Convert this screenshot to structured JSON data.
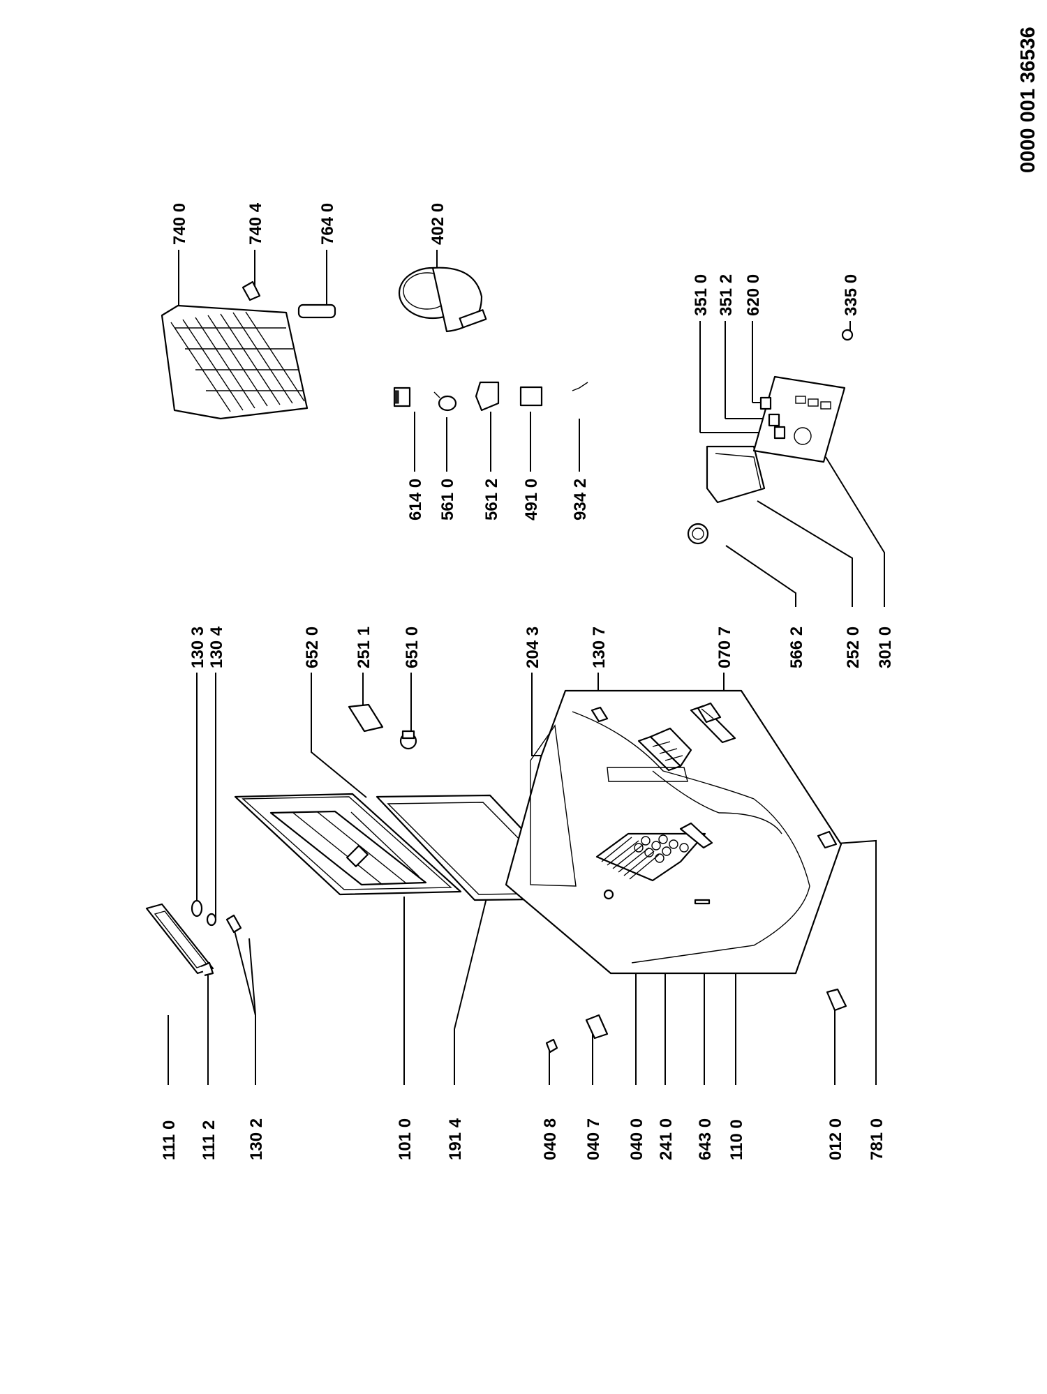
{
  "document_id": "0000 001 36536",
  "parts": [
    {
      "id": "111_0",
      "label": "111 0"
    },
    {
      "id": "111_2",
      "label": "111 2"
    },
    {
      "id": "130_2",
      "label": "130 2"
    },
    {
      "id": "101_0",
      "label": "101 0"
    },
    {
      "id": "191_4",
      "label": "191 4"
    },
    {
      "id": "040_8",
      "label": "040 8"
    },
    {
      "id": "040_7",
      "label": "040 7"
    },
    {
      "id": "040_0",
      "label": "040 0"
    },
    {
      "id": "241_0",
      "label": "241 0"
    },
    {
      "id": "643_0",
      "label": "643 0"
    },
    {
      "id": "110_0",
      "label": "110 0"
    },
    {
      "id": "012_0",
      "label": "012 0"
    },
    {
      "id": "781_0",
      "label": "781 0"
    },
    {
      "id": "130_3",
      "label": "130 3"
    },
    {
      "id": "130_4",
      "label": "130 4"
    },
    {
      "id": "652_0",
      "label": "652 0"
    },
    {
      "id": "251_1",
      "label": "251 1"
    },
    {
      "id": "651_0",
      "label": "651 0"
    },
    {
      "id": "204_3",
      "label": "204 3"
    },
    {
      "id": "130_7",
      "label": "130 7"
    },
    {
      "id": "070_7",
      "label": "070 7"
    },
    {
      "id": "566_2",
      "label": "566 2"
    },
    {
      "id": "252_0",
      "label": "252 0"
    },
    {
      "id": "301_0",
      "label": "301 0"
    },
    {
      "id": "614_0",
      "label": "614 0"
    },
    {
      "id": "561_0",
      "label": "561 0"
    },
    {
      "id": "561_2",
      "label": "561 2"
    },
    {
      "id": "491_0",
      "label": "491 0"
    },
    {
      "id": "934_2",
      "label": "934 2"
    },
    {
      "id": "740_0",
      "label": "740 0"
    },
    {
      "id": "740_4",
      "label": "740 4"
    },
    {
      "id": "764_0",
      "label": "764 0"
    },
    {
      "id": "402_0",
      "label": "402 0"
    },
    {
      "id": "351_0",
      "label": "351 0"
    },
    {
      "id": "351_2",
      "label": "351 2"
    },
    {
      "id": "620_0",
      "label": "620 0"
    },
    {
      "id": "335_0",
      "label": "335 0"
    }
  ]
}
